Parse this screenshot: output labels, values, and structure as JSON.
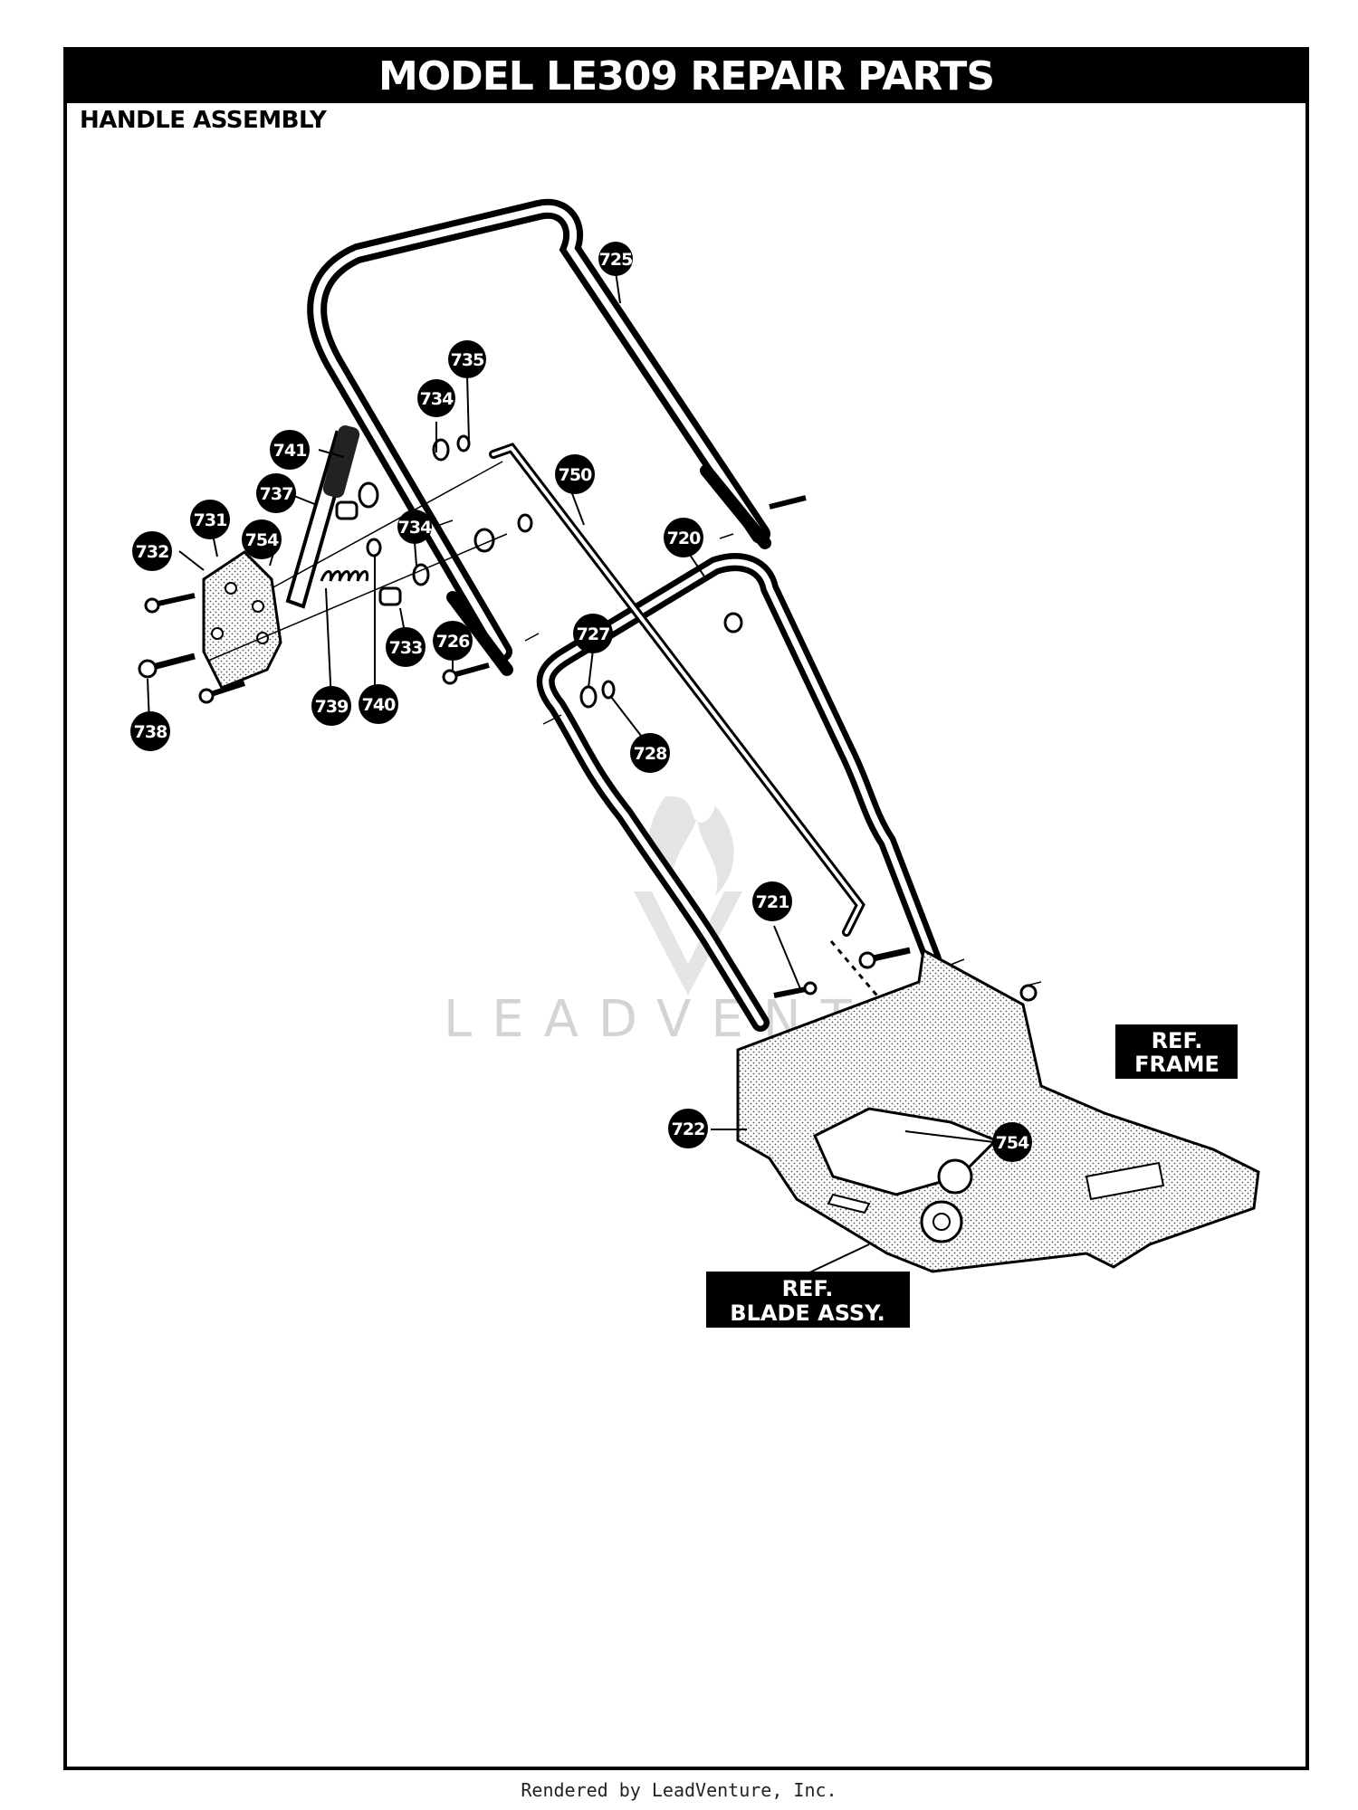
{
  "header": {
    "title": "MODEL LE309 REPAIR PARTS",
    "section": "HANDLE ASSEMBLY"
  },
  "watermark": {
    "text": "LEADVENTURE"
  },
  "callouts": {
    "c725": "725",
    "c735": "735",
    "c734a": "734",
    "c741": "741",
    "c750": "750",
    "c737": "737",
    "c731": "731",
    "c754a": "754",
    "c732": "732",
    "c734b": "734",
    "c720": "720",
    "c727": "727",
    "c733": "733",
    "c726": "726",
    "c738": "738",
    "c739": "739",
    "c740": "740",
    "c728": "728",
    "c721": "721",
    "c722": "722",
    "c754b": "754"
  },
  "references": {
    "frame_line1": "REF.",
    "frame_line2": "FRAME",
    "blade_line1": "REF.",
    "blade_line2": "BLADE ASSY."
  },
  "footer": {
    "text": "Rendered by LeadVenture, Inc."
  },
  "colors": {
    "ink": "#000000",
    "paper": "#ffffff",
    "watermark": "#d4d4d4"
  }
}
